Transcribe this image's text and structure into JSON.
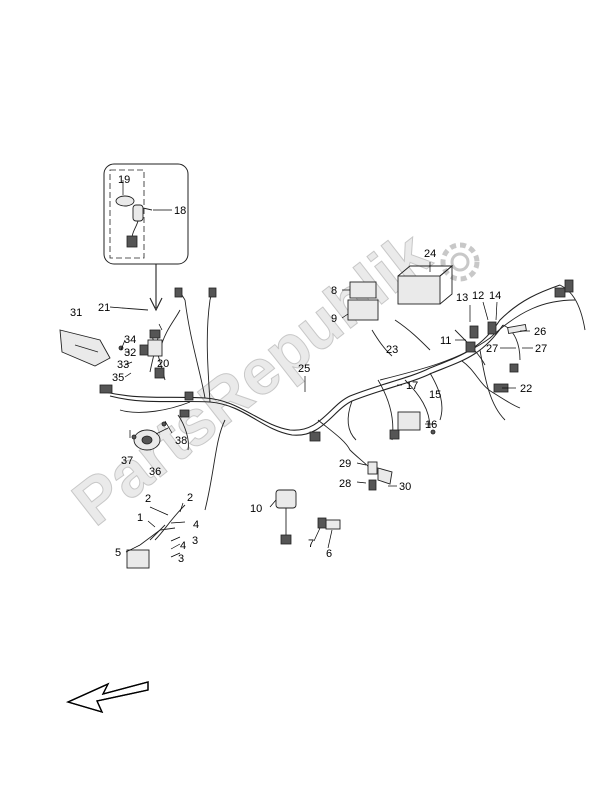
{
  "watermark": "PartsRepublik",
  "callouts": [
    {
      "id": "c1",
      "text": "1"
    },
    {
      "id": "c2a",
      "text": "2"
    },
    {
      "id": "c2b",
      "text": "2"
    },
    {
      "id": "c3a",
      "text": "3"
    },
    {
      "id": "c3b",
      "text": "3"
    },
    {
      "id": "c4a",
      "text": "4"
    },
    {
      "id": "c4b",
      "text": "4"
    },
    {
      "id": "c5",
      "text": "5"
    },
    {
      "id": "c6",
      "text": "6"
    },
    {
      "id": "c7",
      "text": "7"
    },
    {
      "id": "c8",
      "text": "8"
    },
    {
      "id": "c9",
      "text": "9"
    },
    {
      "id": "c10",
      "text": "10"
    },
    {
      "id": "c11",
      "text": "11"
    },
    {
      "id": "c12",
      "text": "12"
    },
    {
      "id": "c13",
      "text": "13"
    },
    {
      "id": "c14",
      "text": "14"
    },
    {
      "id": "c15",
      "text": "15"
    },
    {
      "id": "c16",
      "text": "16"
    },
    {
      "id": "c17",
      "text": "17"
    },
    {
      "id": "c18",
      "text": "18"
    },
    {
      "id": "c19",
      "text": "19"
    },
    {
      "id": "c20",
      "text": "20"
    },
    {
      "id": "c21",
      "text": "21"
    },
    {
      "id": "c22",
      "text": "22"
    },
    {
      "id": "c23",
      "text": "23"
    },
    {
      "id": "c24",
      "text": "24"
    },
    {
      "id": "c25",
      "text": "25"
    },
    {
      "id": "c26",
      "text": "26"
    },
    {
      "id": "c27a",
      "text": "27"
    },
    {
      "id": "c27b",
      "text": "27"
    },
    {
      "id": "c28",
      "text": "28"
    },
    {
      "id": "c29",
      "text": "29"
    },
    {
      "id": "c30",
      "text": "30"
    },
    {
      "id": "c31",
      "text": "31"
    },
    {
      "id": "c32",
      "text": "32"
    },
    {
      "id": "c33",
      "text": "33"
    },
    {
      "id": "c34",
      "text": "34"
    },
    {
      "id": "c35",
      "text": "35"
    },
    {
      "id": "c36",
      "text": "36"
    },
    {
      "id": "c37",
      "text": "37"
    },
    {
      "id": "c38",
      "text": "38"
    }
  ],
  "colors": {
    "ink": "#222222",
    "watermark": "#d9d9d9",
    "background": "#ffffff"
  }
}
